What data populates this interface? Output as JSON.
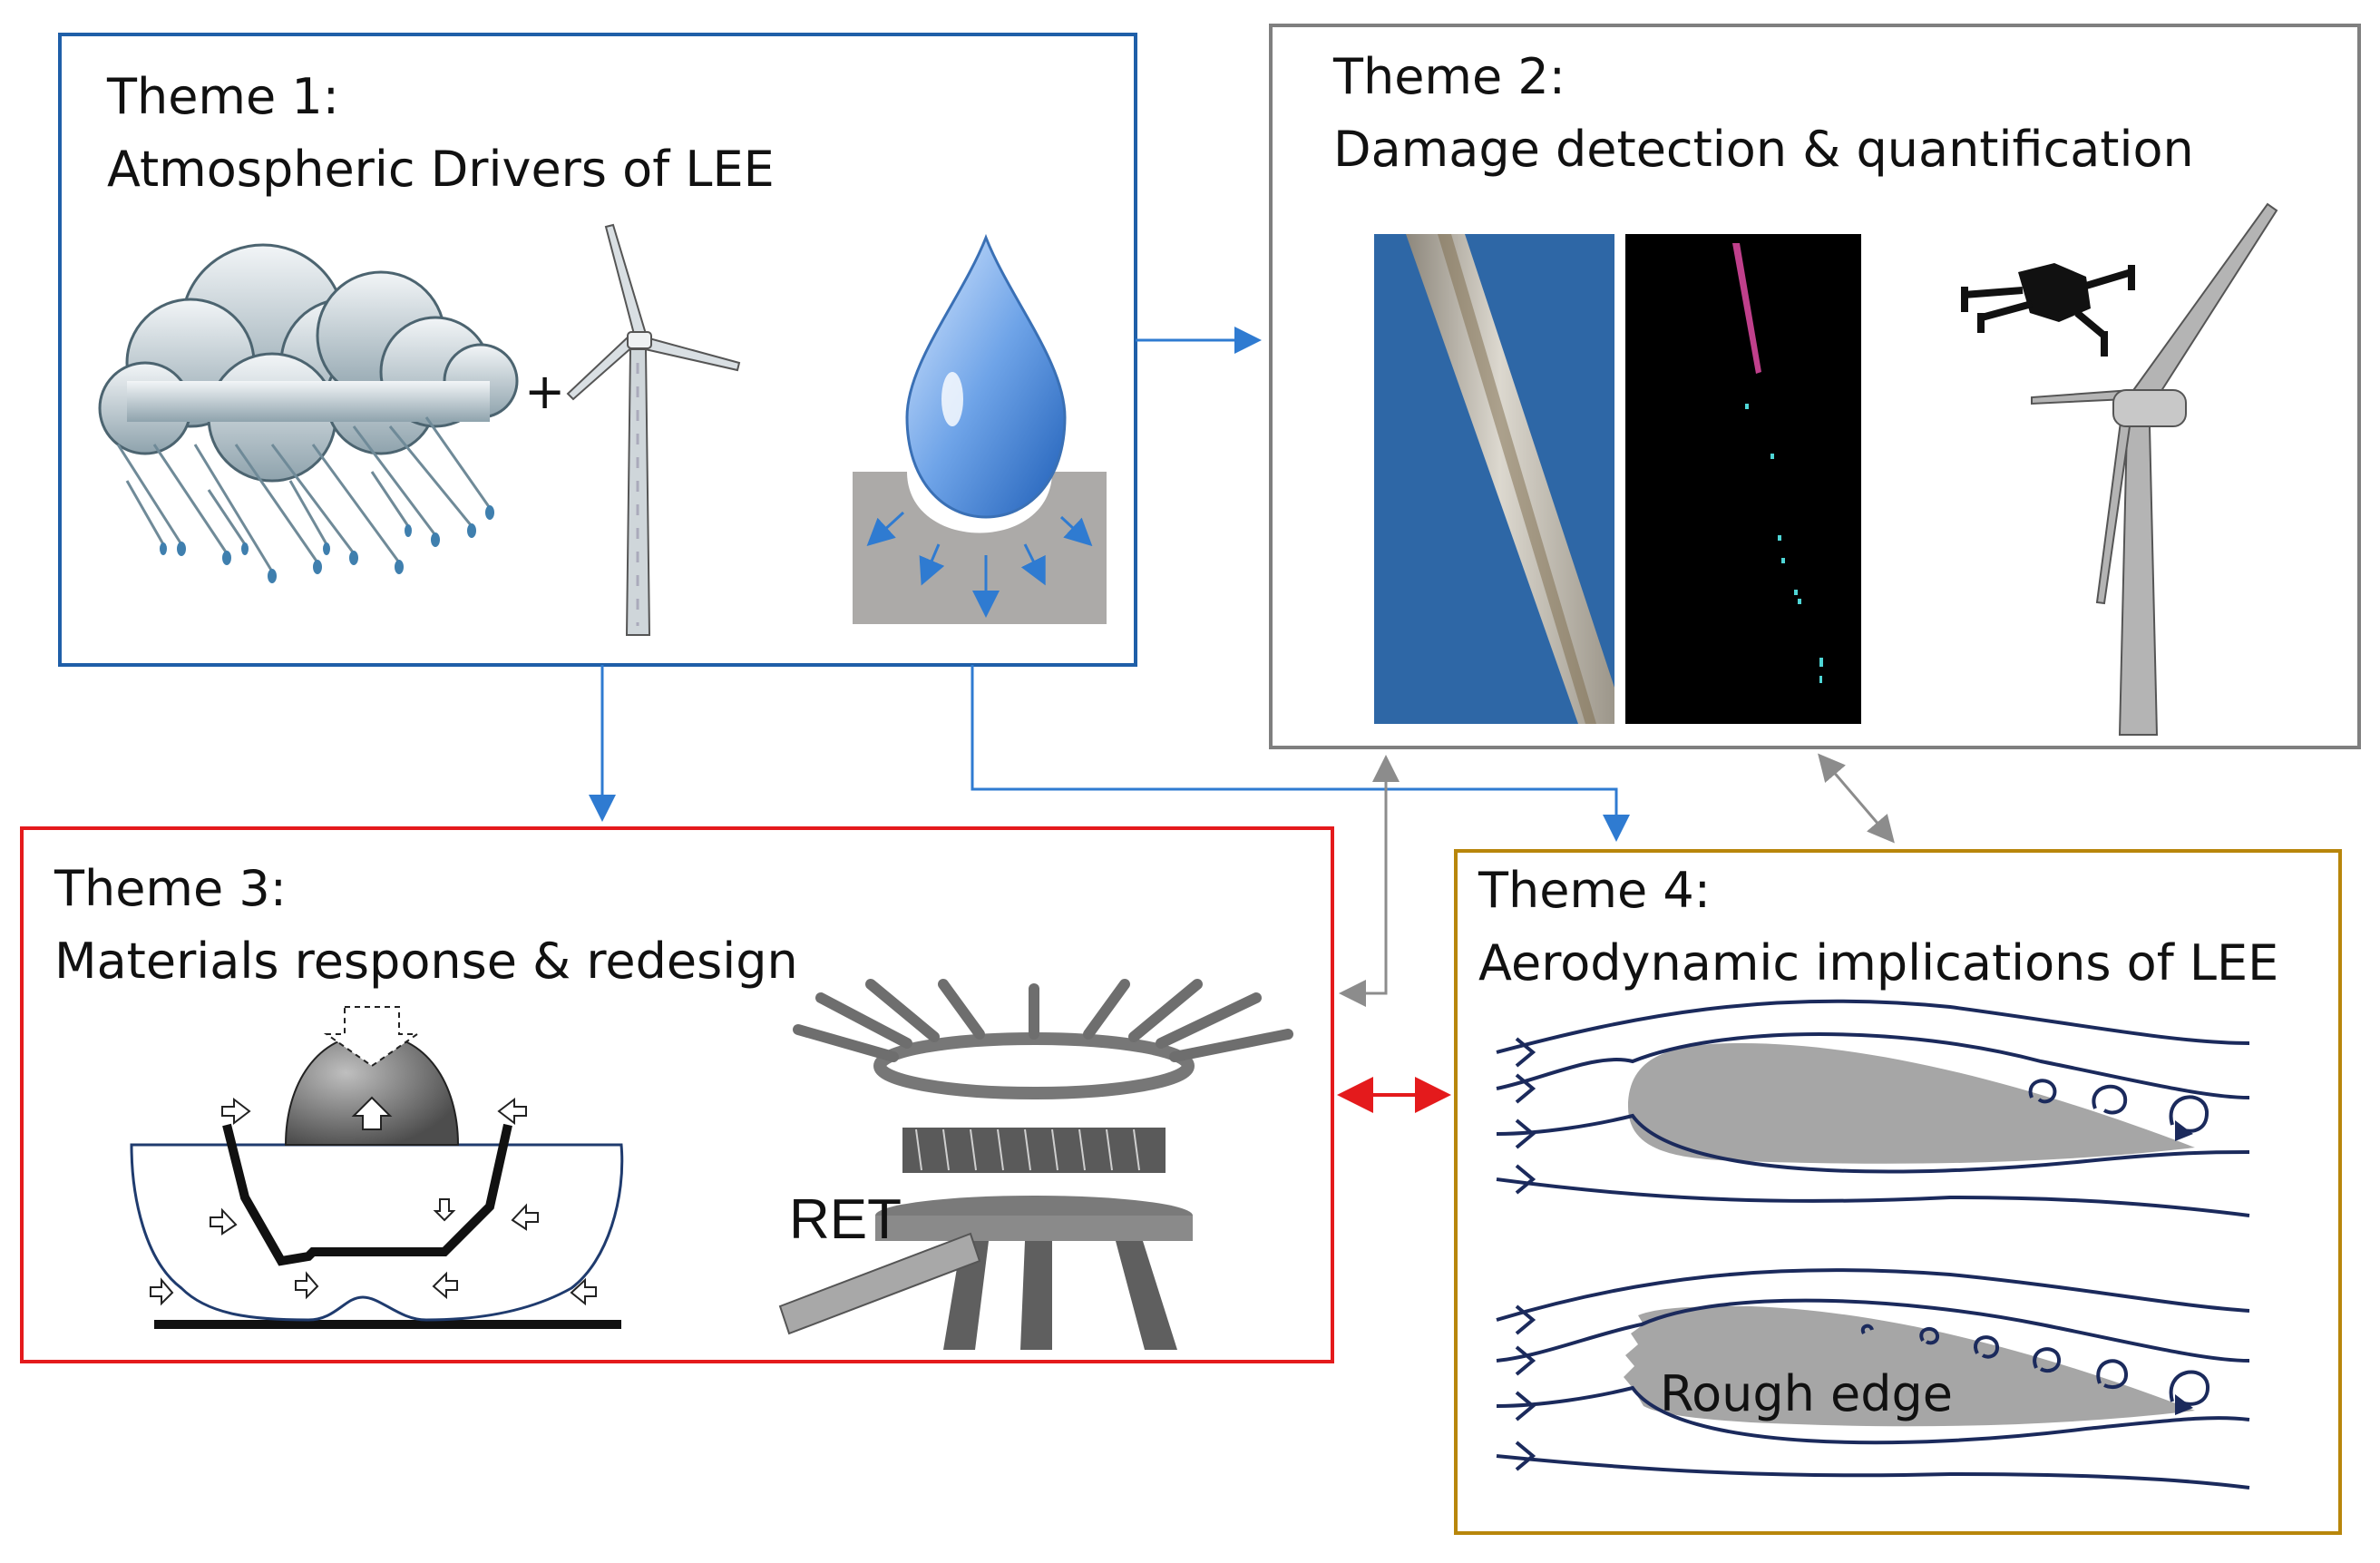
{
  "themes": {
    "t1": {
      "heading": "Theme 1:",
      "title": "Atmospheric Drivers of LEE",
      "border_color": "#1f5fa8"
    },
    "t2": {
      "heading": "Theme 2:",
      "title": "Damage detection & quantification",
      "border_color": "#7f7f7f"
    },
    "t3": {
      "heading": "Theme 3:",
      "title": "Materials response & redesign",
      "border_color": "#e41a1c"
    },
    "t4": {
      "heading": "Theme 4:",
      "title": "Aerodynamic implications of LEE",
      "border_color": "#b8860b"
    }
  },
  "labels": {
    "plus": "+",
    "ret": "RET",
    "rough_edge": "Rough edge"
  },
  "icons": [
    "rain-cloud-icon",
    "wind-turbine-icon",
    "water-droplet-icon",
    "drone-icon",
    "airfoil-icon",
    "rain-erosion-tester-icon"
  ],
  "colors": {
    "blue_connector": "#2f7bd1",
    "grey_connector": "#8c8c8c",
    "red_connector": "#e41a1c",
    "streamline": "#1b2a5c",
    "airfoil_fill": "#a6a6a6"
  }
}
